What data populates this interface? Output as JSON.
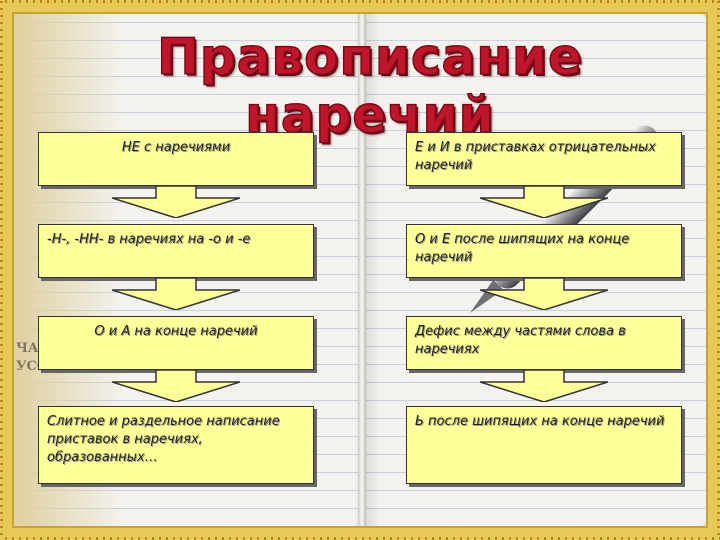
{
  "title": "Правописание наречий",
  "background_text": [
    "ЧА",
    "УСС"
  ],
  "left_column": [
    {
      "text": "НЕ с наречиями"
    },
    {
      "text": "-Н-, -НН- в наречиях на -о и -е"
    },
    {
      "text": "О и А на конце наречий"
    },
    {
      "text": "Слитное и раздельное написание приставок в наречиях, образованных…"
    }
  ],
  "right_column": [
    {
      "text": "Е и И в приставках отрицательных наречий"
    },
    {
      "text": "О и Е после шипящих на конце наречий"
    },
    {
      "text": "Дефис между частями слова в наречиях"
    },
    {
      "text": "Ь после шипящих на конце наречий"
    }
  ],
  "colors": {
    "box_fill": "#ffff99",
    "arrow_fill": "#ffff99",
    "title": "#c0152b",
    "frame": "#e7c957"
  }
}
